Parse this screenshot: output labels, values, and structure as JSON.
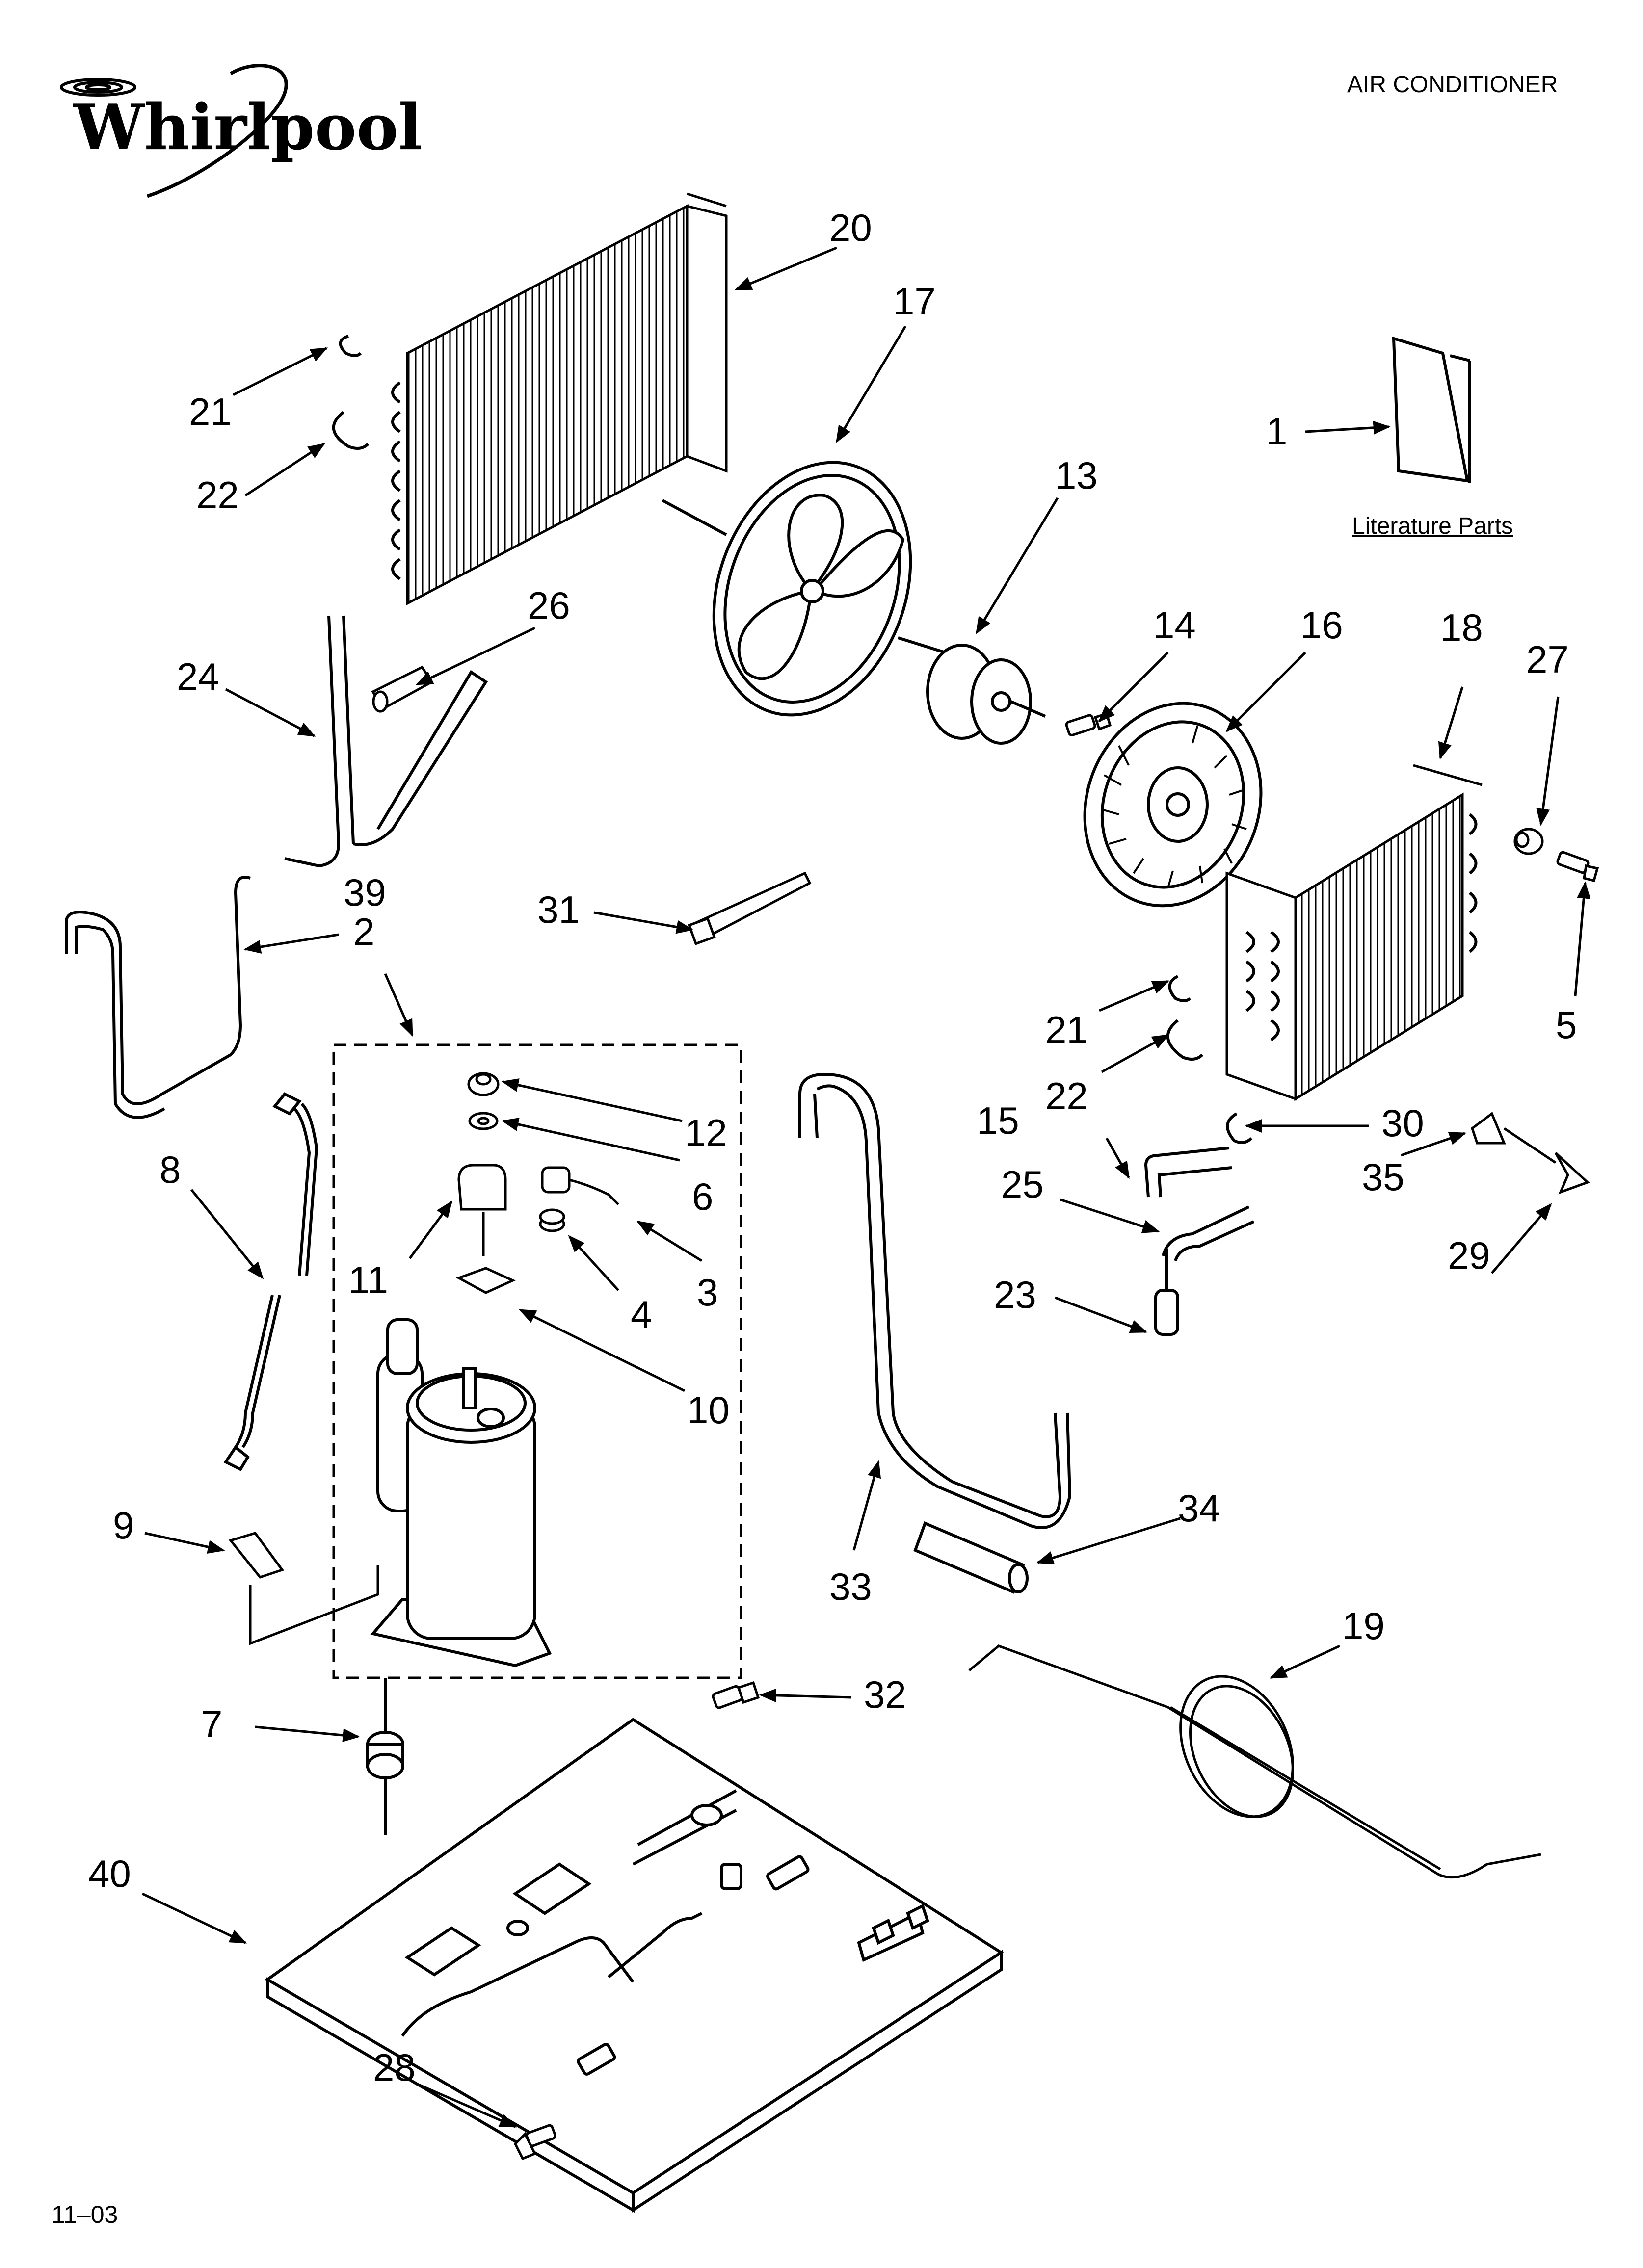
{
  "header": {
    "brand": "Whirlpool",
    "title": "AIR CONDITIONER"
  },
  "literature": {
    "label": "Literature Parts"
  },
  "footer": {
    "date_code": "11–03"
  },
  "callouts": [
    {
      "id": "c1",
      "text": "1"
    },
    {
      "id": "c2",
      "text": "2"
    },
    {
      "id": "c3",
      "text": "3"
    },
    {
      "id": "c4",
      "text": "4"
    },
    {
      "id": "c5",
      "text": "5"
    },
    {
      "id": "c6",
      "text": "6"
    },
    {
      "id": "c7",
      "text": "7"
    },
    {
      "id": "c8",
      "text": "8"
    },
    {
      "id": "c9",
      "text": "9"
    },
    {
      "id": "c10",
      "text": "10"
    },
    {
      "id": "c11",
      "text": "11"
    },
    {
      "id": "c12",
      "text": "12"
    },
    {
      "id": "c13",
      "text": "13"
    },
    {
      "id": "c14",
      "text": "14"
    },
    {
      "id": "c15",
      "text": "15"
    },
    {
      "id": "c16",
      "text": "16"
    },
    {
      "id": "c17",
      "text": "17"
    },
    {
      "id": "c18",
      "text": "18"
    },
    {
      "id": "c19",
      "text": "19"
    },
    {
      "id": "c20",
      "text": "20"
    },
    {
      "id": "c21a",
      "text": "21"
    },
    {
      "id": "c22a",
      "text": "22"
    },
    {
      "id": "c21b",
      "text": "21"
    },
    {
      "id": "c22b",
      "text": "22"
    },
    {
      "id": "c23",
      "text": "23"
    },
    {
      "id": "c24",
      "text": "24"
    },
    {
      "id": "c25",
      "text": "25"
    },
    {
      "id": "c26",
      "text": "26"
    },
    {
      "id": "c27",
      "text": "27"
    },
    {
      "id": "c28",
      "text": "28"
    },
    {
      "id": "c29",
      "text": "29"
    },
    {
      "id": "c30",
      "text": "30"
    },
    {
      "id": "c31",
      "text": "31"
    },
    {
      "id": "c32",
      "text": "32"
    },
    {
      "id": "c33",
      "text": "33"
    },
    {
      "id": "c34",
      "text": "34"
    },
    {
      "id": "c35",
      "text": "35"
    },
    {
      "id": "c39",
      "text": "39"
    },
    {
      "id": "c40",
      "text": "40"
    }
  ]
}
